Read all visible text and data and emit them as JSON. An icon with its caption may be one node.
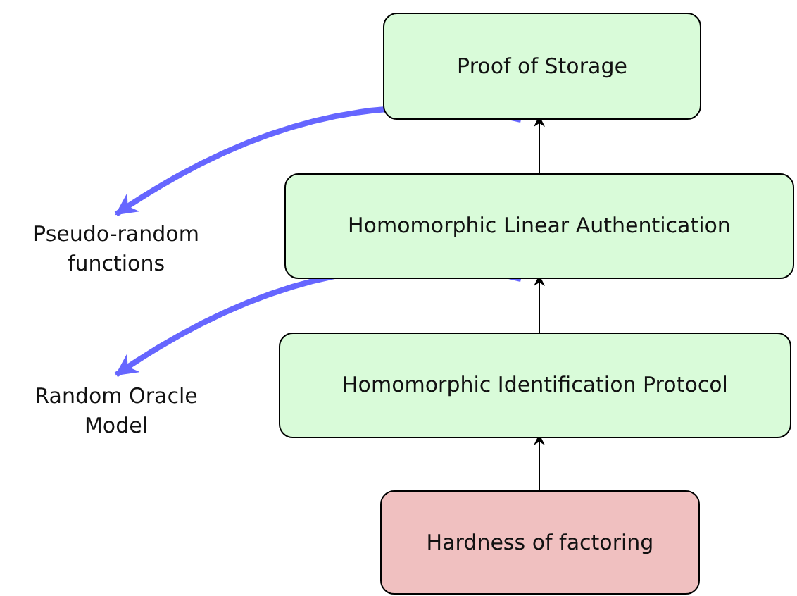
{
  "diagram": {
    "nodes": [
      {
        "text": [
          "Proof of Storage"
        ]
      },
      {
        "text": [
          "Pseudo-random functions"
        ]
      },
      {
        "text": [
          "Homomorphic Linear Authentication"
        ]
      },
      {
        "text": [
          "Random Oracle Model"
        ]
      },
      {
        "text": [
          "Homomorphic Identification Protocol"
        ]
      },
      {
        "text": [
          "Hardness of factoring"
        ]
      }
    ],
    "edges": [
      {
        "from": 5,
        "to": 4,
        "arrow": "to"
      },
      {
        "from": 4,
        "to": 2,
        "arrow": "to"
      },
      {
        "from": 2,
        "to": 0,
        "arrow": "to"
      },
      {
        "from": 0,
        "to": 1,
        "arrow": "to",
        "style": "thick",
        "color": "#6666ff"
      },
      {
        "from": 2,
        "to": 3,
        "arrow": "to",
        "style": "thick",
        "color": "#6666ff"
      }
    ]
  }
}
